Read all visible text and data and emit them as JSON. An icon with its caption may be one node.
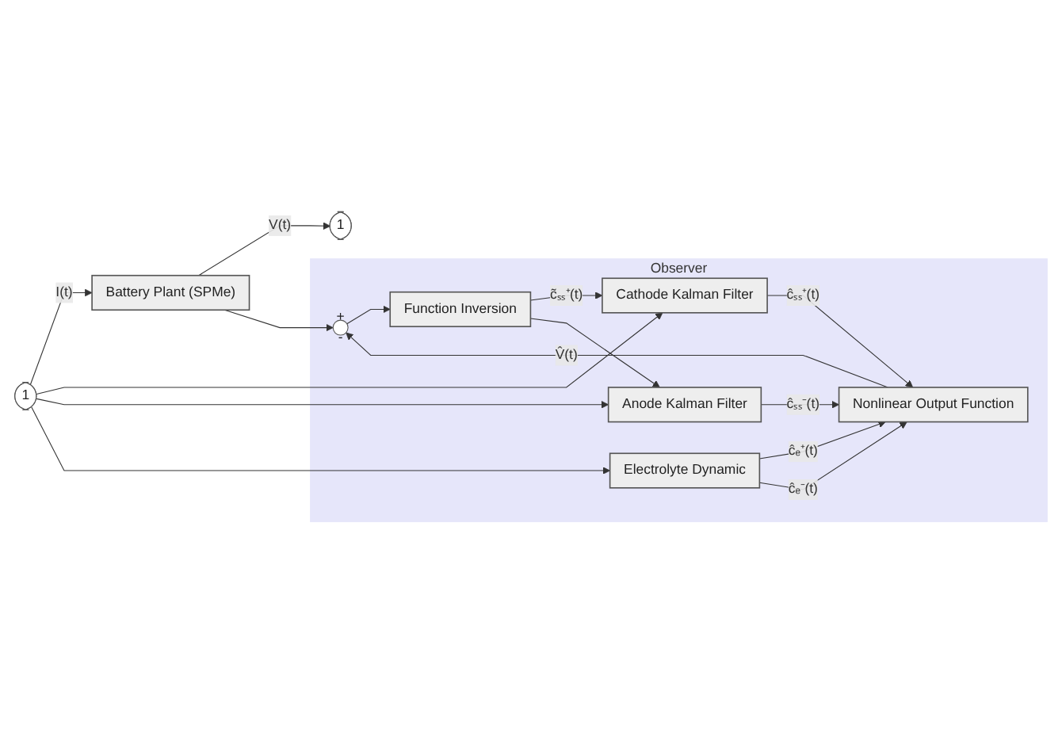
{
  "diagram": {
    "nodes": [
      {
        "text": [
          "1"
        ]
      },
      {
        "text": [
          "Battery Plant (SPMe)"
        ]
      },
      {
        "text": [
          "1"
        ]
      },
      {
        "text": [
          "Observer"
        ]
      },
      {
        "text": [
          "+",
          "-"
        ],
        "in": 3
      },
      {
        "text": [
          "Function Inversion"
        ],
        "in": 3
      },
      {
        "text": [
          "Cathode Kalman Filter"
        ],
        "in": 3
      },
      {
        "text": [
          "Anode Kalman Filter"
        ],
        "in": 3
      },
      {
        "text": [
          "Nonlinear Output Function"
        ],
        "in": 3
      },
      {
        "text": [
          "Electrolyte Dynamic"
        ],
        "in": 3
      }
    ],
    "edges": [
      {
        "from": 0,
        "to": 1,
        "arrow": "to",
        "label": "I(t)"
      },
      {
        "from": 0,
        "to": 6,
        "arrow": "to"
      },
      {
        "from": 0,
        "to": 7,
        "arrow": "to"
      },
      {
        "from": 0,
        "to": 9,
        "arrow": "to"
      },
      {
        "from": 1,
        "to": 2,
        "arrow": "to",
        "label": "V(t)"
      },
      {
        "from": 1,
        "to": 4,
        "arrow": "to"
      },
      {
        "from": 8,
        "to": 4,
        "arrow": "to",
        "label": "V̂(t)"
      },
      {
        "from": 4,
        "to": 5,
        "arrow": "to"
      },
      {
        "from": 5,
        "to": 6,
        "arrow": "to",
        "label": "c̃ₛₛ⁺(t)"
      },
      {
        "from": 5,
        "to": 7,
        "arrow": "to"
      },
      {
        "from": 6,
        "to": 8,
        "arrow": "to",
        "label": "ĉₛₛ⁺(t)"
      },
      {
        "from": 7,
        "to": 8,
        "arrow": "to",
        "label": "ĉₛₛ⁻(t)"
      },
      {
        "from": 9,
        "to": 8,
        "arrow": "to",
        "label": "ĉₑ⁺(t)"
      },
      {
        "from": 9,
        "to": 8,
        "arrow": "to",
        "label": "ĉₑ⁻(t)"
      }
    ]
  }
}
